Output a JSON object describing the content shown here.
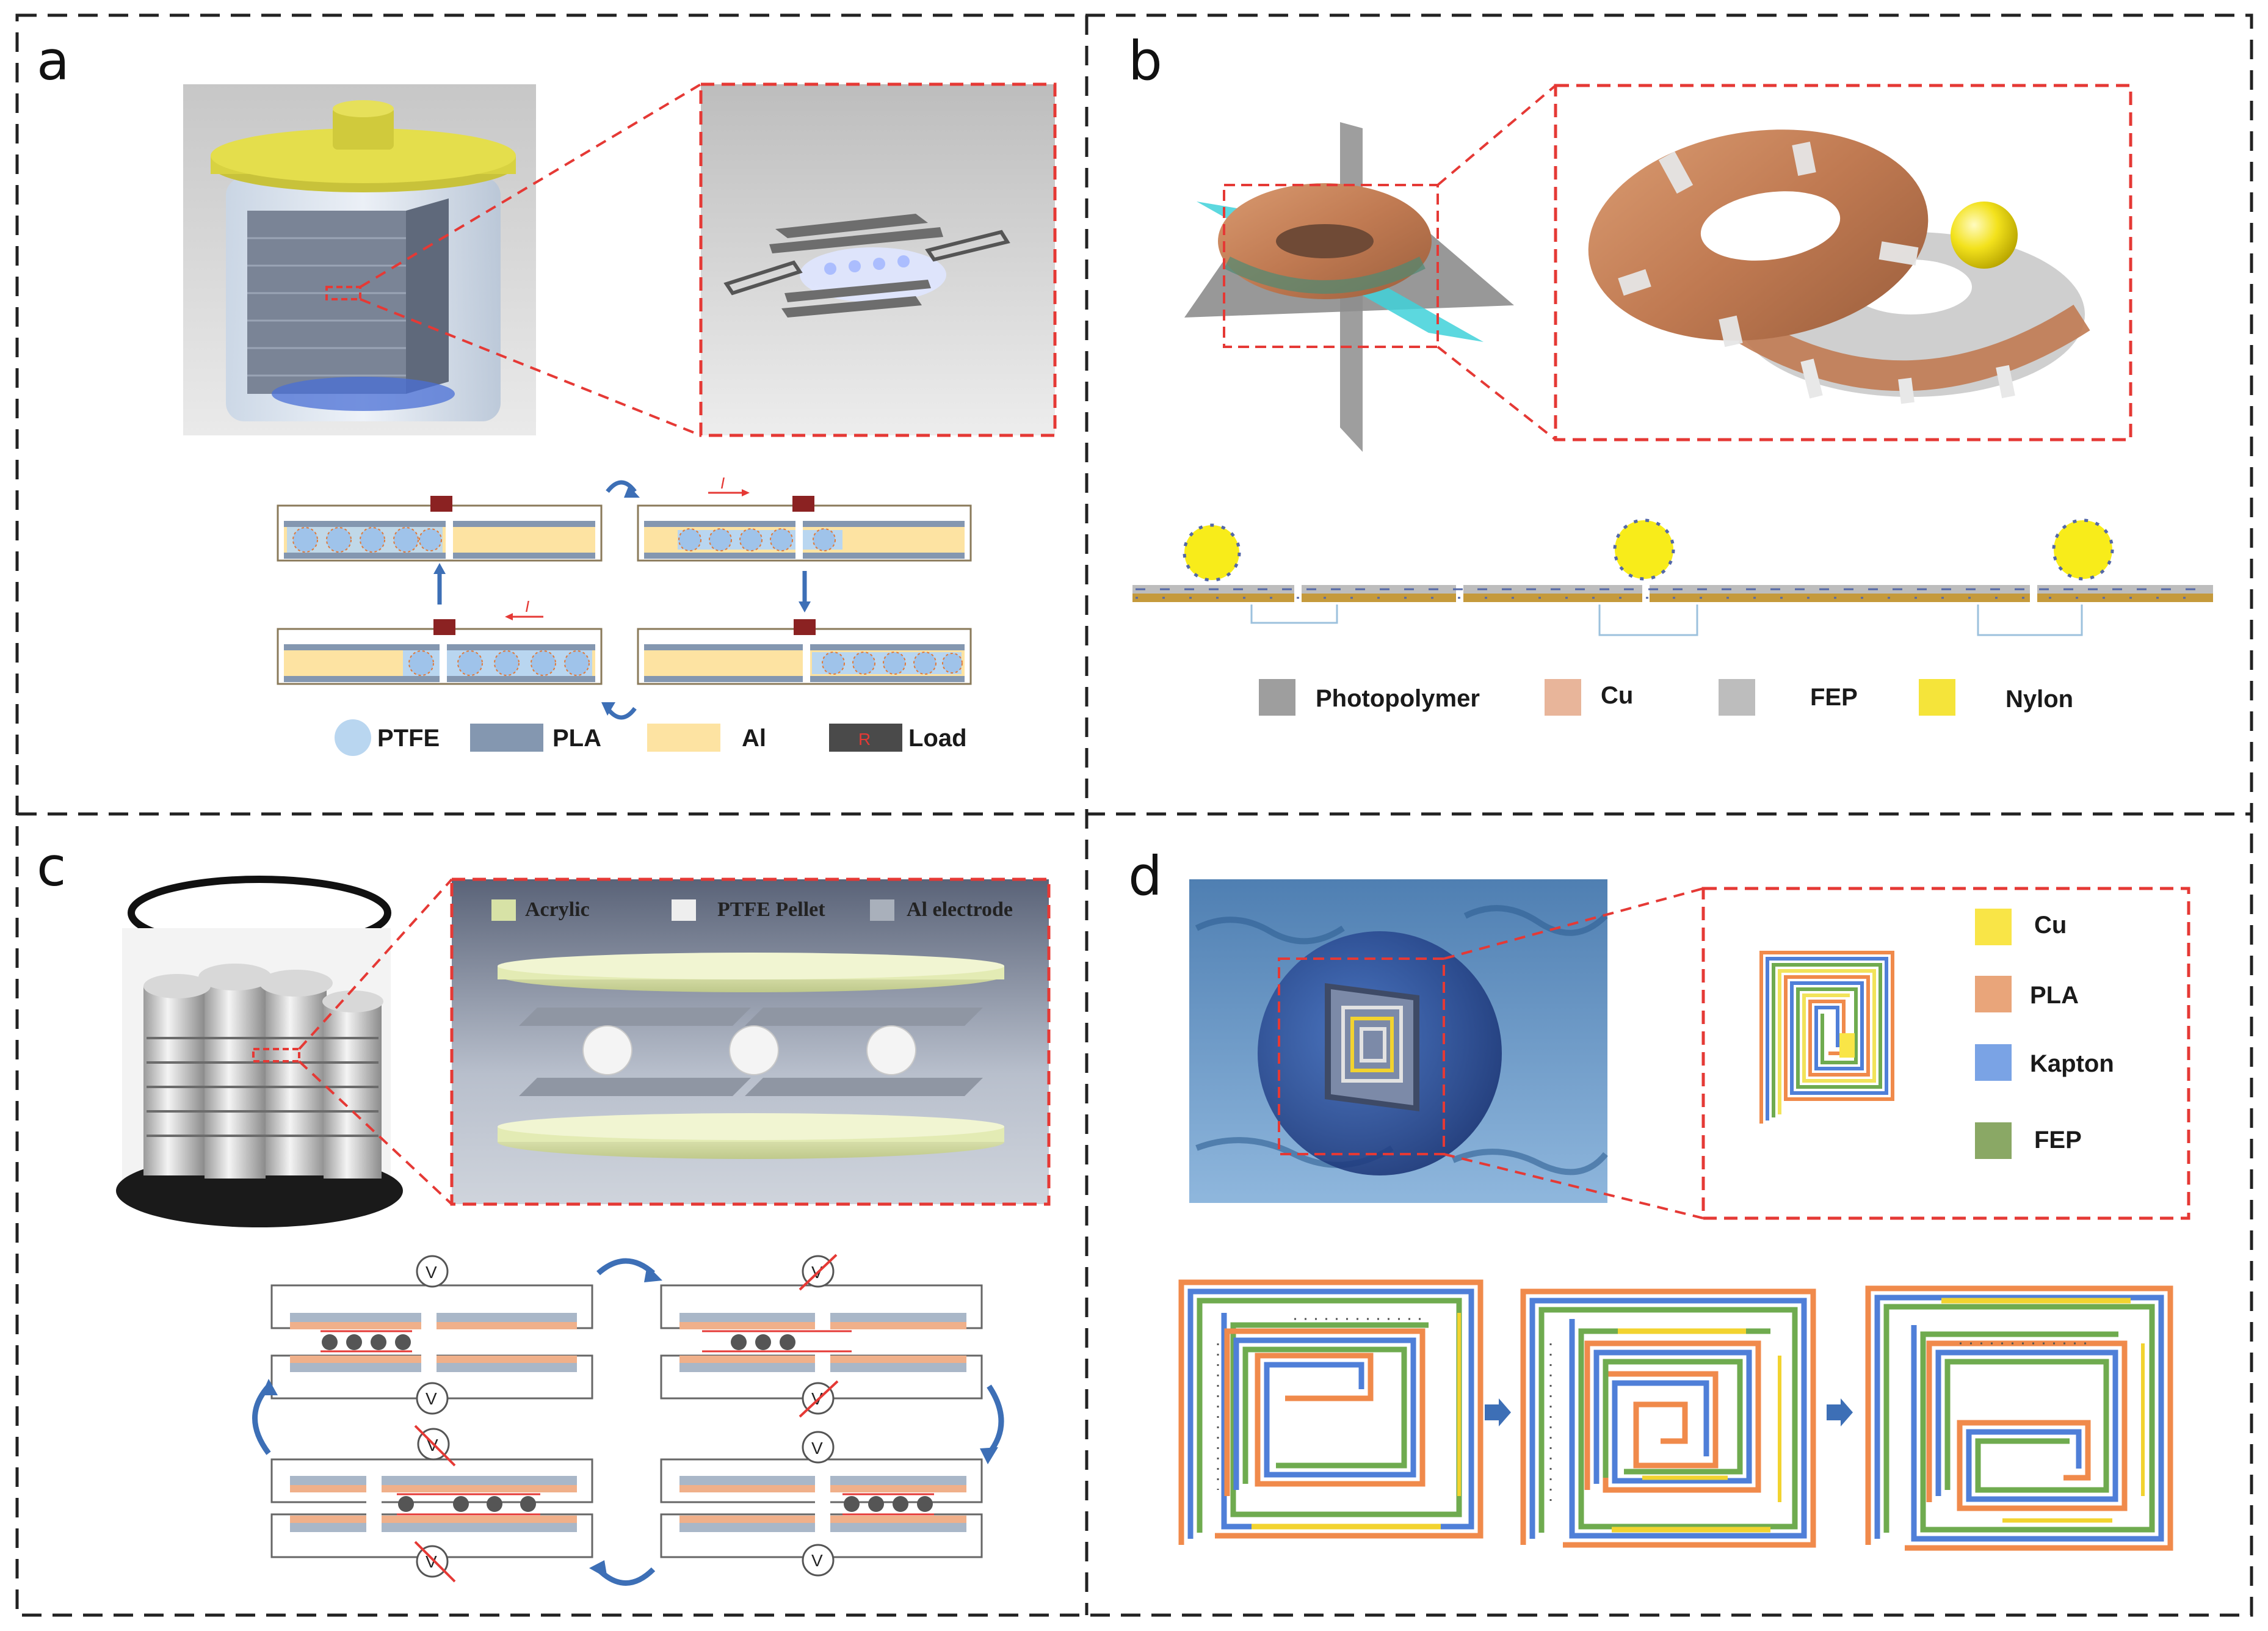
{
  "panels": {
    "a": {
      "letter": "a",
      "legend": [
        {
          "label": "PTFE",
          "color": "#b9d6f0",
          "shape": "circle"
        },
        {
          "label": "PLA",
          "color": "#8497b0",
          "shape": "rect"
        },
        {
          "label": "Al",
          "color": "#fde3a2",
          "shape": "rect"
        },
        {
          "label": "Load",
          "color": "#4a4a4a",
          "shape": "rect"
        }
      ],
      "load_mark": "R",
      "current_symbol": "I"
    },
    "b": {
      "letter": "b",
      "legend": [
        {
          "label": "Photopolymer",
          "color": "#9e9e9e"
        },
        {
          "label": "Cu",
          "color": "#e8b59a"
        },
        {
          "label": "FEP",
          "color": "#bdbdbd"
        },
        {
          "label": "Nylon",
          "color": "#f5e43a"
        }
      ]
    },
    "c": {
      "letter": "c",
      "legend": [
        {
          "label": "Acrylic",
          "color": "#d7e2a6"
        },
        {
          "label": "PTFE Pellet",
          "color": "#eeeeee"
        },
        {
          "label": "Al electrode",
          "color": "#a9b0bb"
        }
      ],
      "meter_symbol": "V"
    },
    "d": {
      "letter": "d",
      "legend": [
        {
          "label": "Cu",
          "color": "#f9e547"
        },
        {
          "label": "PLA",
          "color": "#e9a57a"
        },
        {
          "label": "Kapton",
          "color": "#7aa3e5"
        },
        {
          "label": "FEP",
          "color": "#8aa865"
        }
      ]
    }
  },
  "colors": {
    "frame": "#222222",
    "zoom": "#e53935",
    "arrow": "#3d6fb6",
    "orange": "#f08a4b",
    "blue": "#4f7fd8",
    "green": "#6fab4f",
    "yellow": "#f2d32f"
  }
}
